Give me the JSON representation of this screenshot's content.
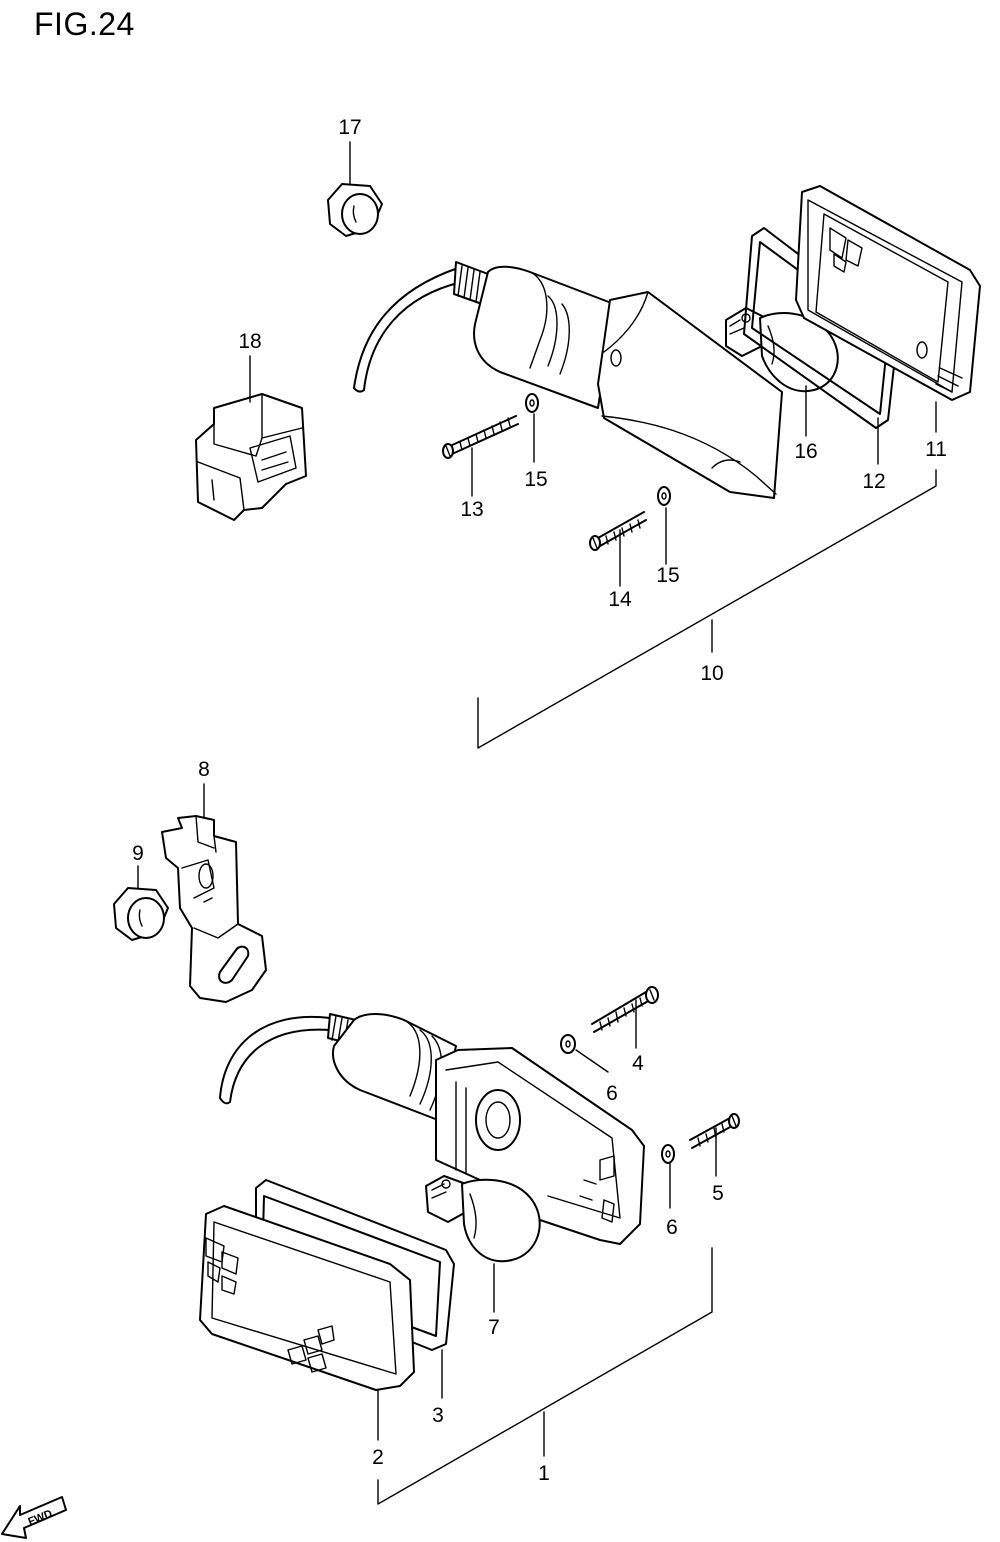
{
  "figure": {
    "title": "FIG.24"
  },
  "callouts": [
    "1",
    "2",
    "3",
    "4",
    "5",
    "6",
    "6",
    "7",
    "8",
    "9",
    "10",
    "11",
    "12",
    "13",
    "14",
    "15",
    "15",
    "16",
    "17",
    "18"
  ],
  "fwd_mark": {
    "text": "FWD",
    "icon": "fwd-arrow-icon"
  }
}
